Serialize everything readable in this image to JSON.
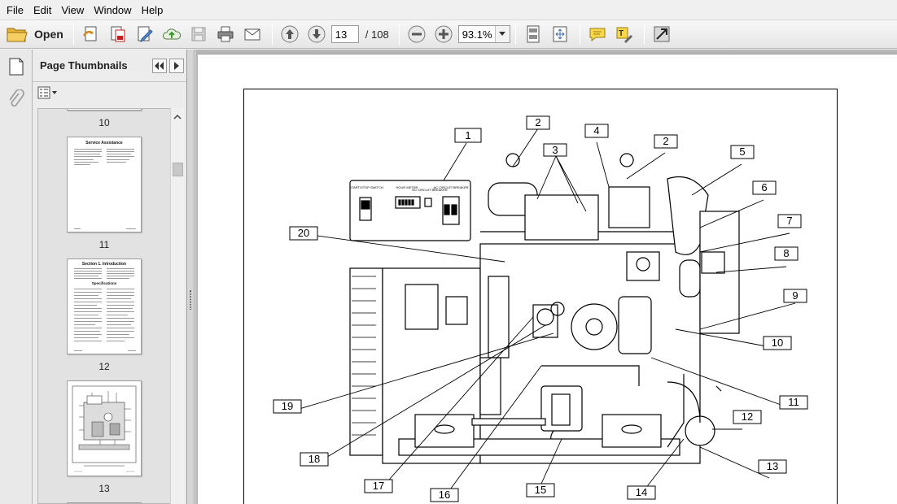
{
  "menu": [
    "File",
    "Edit",
    "View",
    "Window",
    "Help"
  ],
  "toolbar": {
    "open_label": "Open",
    "page_current": "13",
    "page_total": "/ 108",
    "zoom": "93.1%"
  },
  "thumbnails": {
    "title": "Page Thumbnails",
    "pages": [
      {
        "num": "10"
      },
      {
        "num": "11",
        "heading": "Service Assistance"
      },
      {
        "num": "12",
        "heading": "Section 1. Introduction",
        "sub": "Specifications"
      },
      {
        "num": "13"
      }
    ]
  },
  "diagram": {
    "panel_labels": [
      "START/STOP SWITCH",
      "HOUR METER",
      "DC CIRCUIT BREAKER",
      "AC CIRCUIT BREAKER"
    ],
    "callouts": [
      "1",
      "2",
      "3",
      "4",
      "2",
      "5",
      "6",
      "7",
      "8",
      "9",
      "10",
      "11",
      "12",
      "13",
      "14",
      "15",
      "16",
      "17",
      "18",
      "19",
      "20"
    ]
  }
}
